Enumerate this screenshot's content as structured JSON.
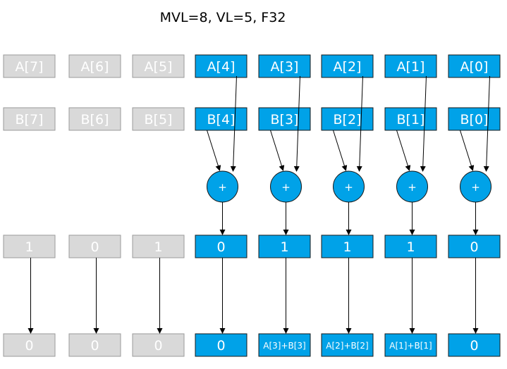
{
  "title": "MVL=8, VL=5, F32",
  "colors": {
    "active": "#00a2e8",
    "inactive": "#d9d9d9",
    "text": "#ffffff"
  },
  "columns": [
    {
      "a": "A[7]",
      "b": "B[7]",
      "mask": "1",
      "result": "0",
      "active": false
    },
    {
      "a": "A[6]",
      "b": "B[6]",
      "mask": "0",
      "result": "0",
      "active": false
    },
    {
      "a": "A[5]",
      "b": "B[5]",
      "mask": "1",
      "result": "0",
      "active": false
    },
    {
      "a": "A[4]",
      "b": "B[4]",
      "mask": "0",
      "result": "0",
      "active": true
    },
    {
      "a": "A[3]",
      "b": "B[3]",
      "mask": "1",
      "result": "A[3]+B[3]",
      "active": true
    },
    {
      "a": "A[2]",
      "b": "B[2]",
      "mask": "1",
      "result": "A[2]+B[2]",
      "active": true
    },
    {
      "a": "A[1]",
      "b": "B[1]",
      "mask": "1",
      "result": "A[1]+B[1]",
      "active": true
    },
    {
      "a": "A[0]",
      "b": "B[0]",
      "mask": "0",
      "result": "0",
      "active": true
    }
  ],
  "operator_symbol": "+"
}
